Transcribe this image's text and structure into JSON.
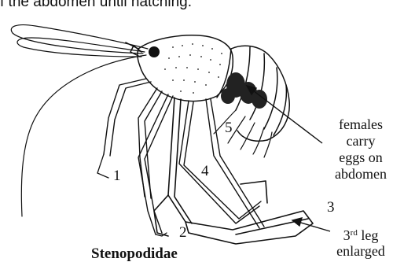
{
  "top_caption": "f the abdomen until hatching.",
  "labels": {
    "leg_1": "1",
    "leg_2": "2",
    "leg_3": "3",
    "leg_4": "4",
    "leg_5": "5"
  },
  "annotation_eggs": {
    "line1": "females",
    "line2": "carry",
    "line3": "eggs on",
    "line4": "abdomen"
  },
  "annotation_leg": {
    "prefix": "3",
    "superscript": "rd",
    "suffix": " leg",
    "line2": "enlarged"
  },
  "title": "Stenopodidae",
  "colors": {
    "ink": "#111111",
    "background": "#ffffff"
  }
}
